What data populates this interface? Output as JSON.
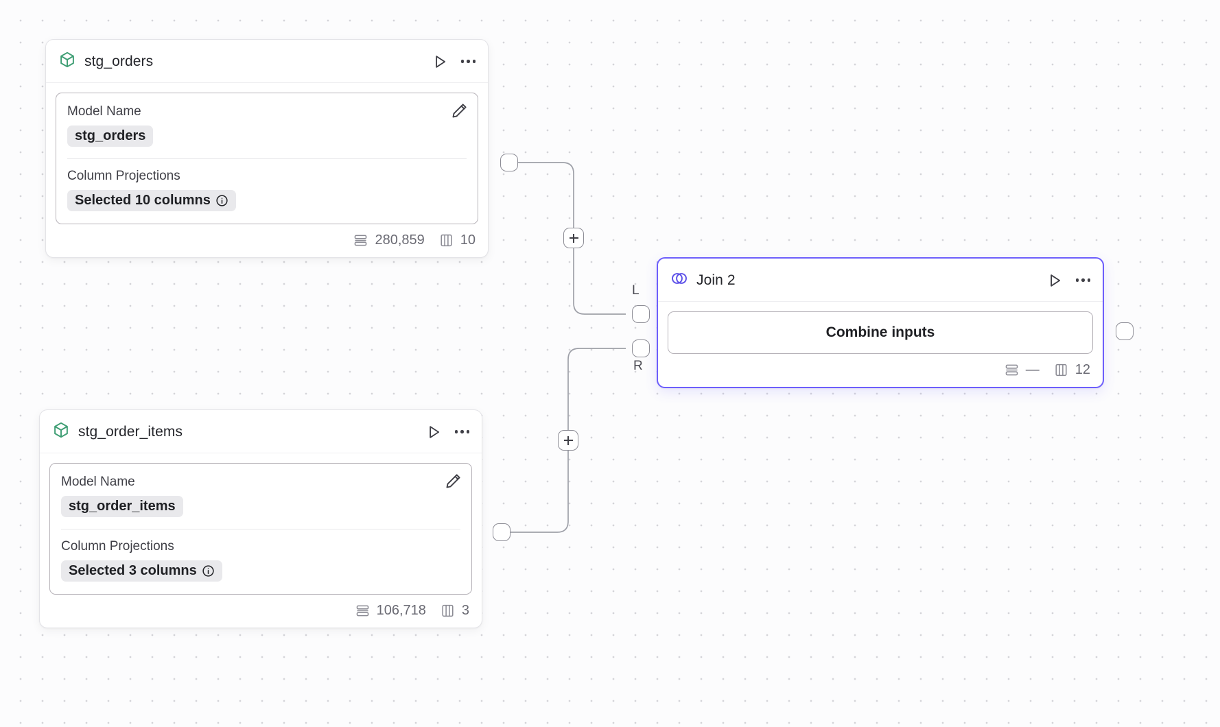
{
  "canvas": {
    "background_color": "#fcfcfd",
    "dot_color": "#d4d4d8",
    "accent_color": "#6d5efc",
    "model_icon_color": "#3f9e74"
  },
  "nodes": [
    {
      "id": "stg_orders",
      "title": "stg_orders",
      "icon": "cube-icon",
      "type": "model",
      "selected": false,
      "actions": {
        "run_label": "run",
        "more_label": "more"
      },
      "body": {
        "model_name_label": "Model Name",
        "model_name_value": "stg_orders",
        "column_projections_label": "Column Projections",
        "column_projections_value": "Selected 10 columns",
        "edit_label": "edit"
      },
      "footer": {
        "rows": "280,859",
        "columns": "10"
      }
    },
    {
      "id": "stg_order_items",
      "title": "stg_order_items",
      "icon": "cube-icon",
      "type": "model",
      "selected": false,
      "actions": {
        "run_label": "run",
        "more_label": "more"
      },
      "body": {
        "model_name_label": "Model Name",
        "model_name_value": "stg_order_items",
        "column_projections_label": "Column Projections",
        "column_projections_value": "Selected 3 columns",
        "edit_label": "edit"
      },
      "footer": {
        "rows": "106,718",
        "columns": "3"
      }
    },
    {
      "id": "join_2",
      "title": "Join 2",
      "icon": "venn-icon",
      "type": "join",
      "selected": true,
      "actions": {
        "run_label": "run",
        "more_label": "more"
      },
      "body": {
        "combine_button_label": "Combine inputs"
      },
      "footer": {
        "rows": "—",
        "columns": "12"
      }
    }
  ],
  "ports": {
    "left_input_label": "L",
    "right_input_label": "R"
  },
  "edge_actions": {
    "add_label": "+"
  }
}
